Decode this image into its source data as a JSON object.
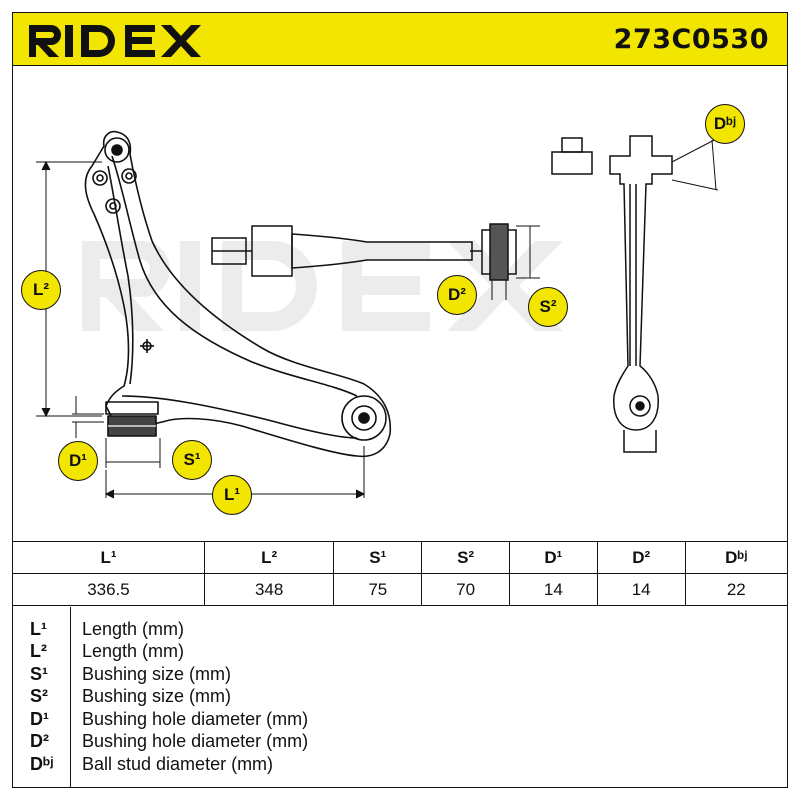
{
  "brand": "RIDEX",
  "part_number": "273C0530",
  "badges": {
    "L1": "L¹",
    "L2": "L²",
    "S1": "S¹",
    "S2": "S²",
    "D1": "D¹",
    "D2": "D²",
    "Dbj": "Dᵇʲ"
  },
  "table": {
    "headers": [
      "L¹",
      "L²",
      "S¹",
      "S²",
      "D¹",
      "D²",
      "Dᵇʲ"
    ],
    "values": [
      "336.5",
      "348",
      "75",
      "70",
      "14",
      "14",
      "22"
    ]
  },
  "legend": [
    {
      "symbol": "L¹",
      "description": "Length (mm)"
    },
    {
      "symbol": "L²",
      "description": "Length (mm)"
    },
    {
      "symbol": "S¹",
      "description": "Bushing size (mm)"
    },
    {
      "symbol": "S²",
      "description": "Bushing size (mm)"
    },
    {
      "symbol": "D¹",
      "description": "Bushing hole diameter (mm)"
    },
    {
      "symbol": "D²",
      "description": "Bushing hole diameter (mm)"
    },
    {
      "symbol": "Dᵇʲ",
      "description": "Ball stud diameter (mm)"
    }
  ],
  "colors": {
    "accent": "#f2e500",
    "line": "#111111",
    "watermark": "#ececec"
  }
}
